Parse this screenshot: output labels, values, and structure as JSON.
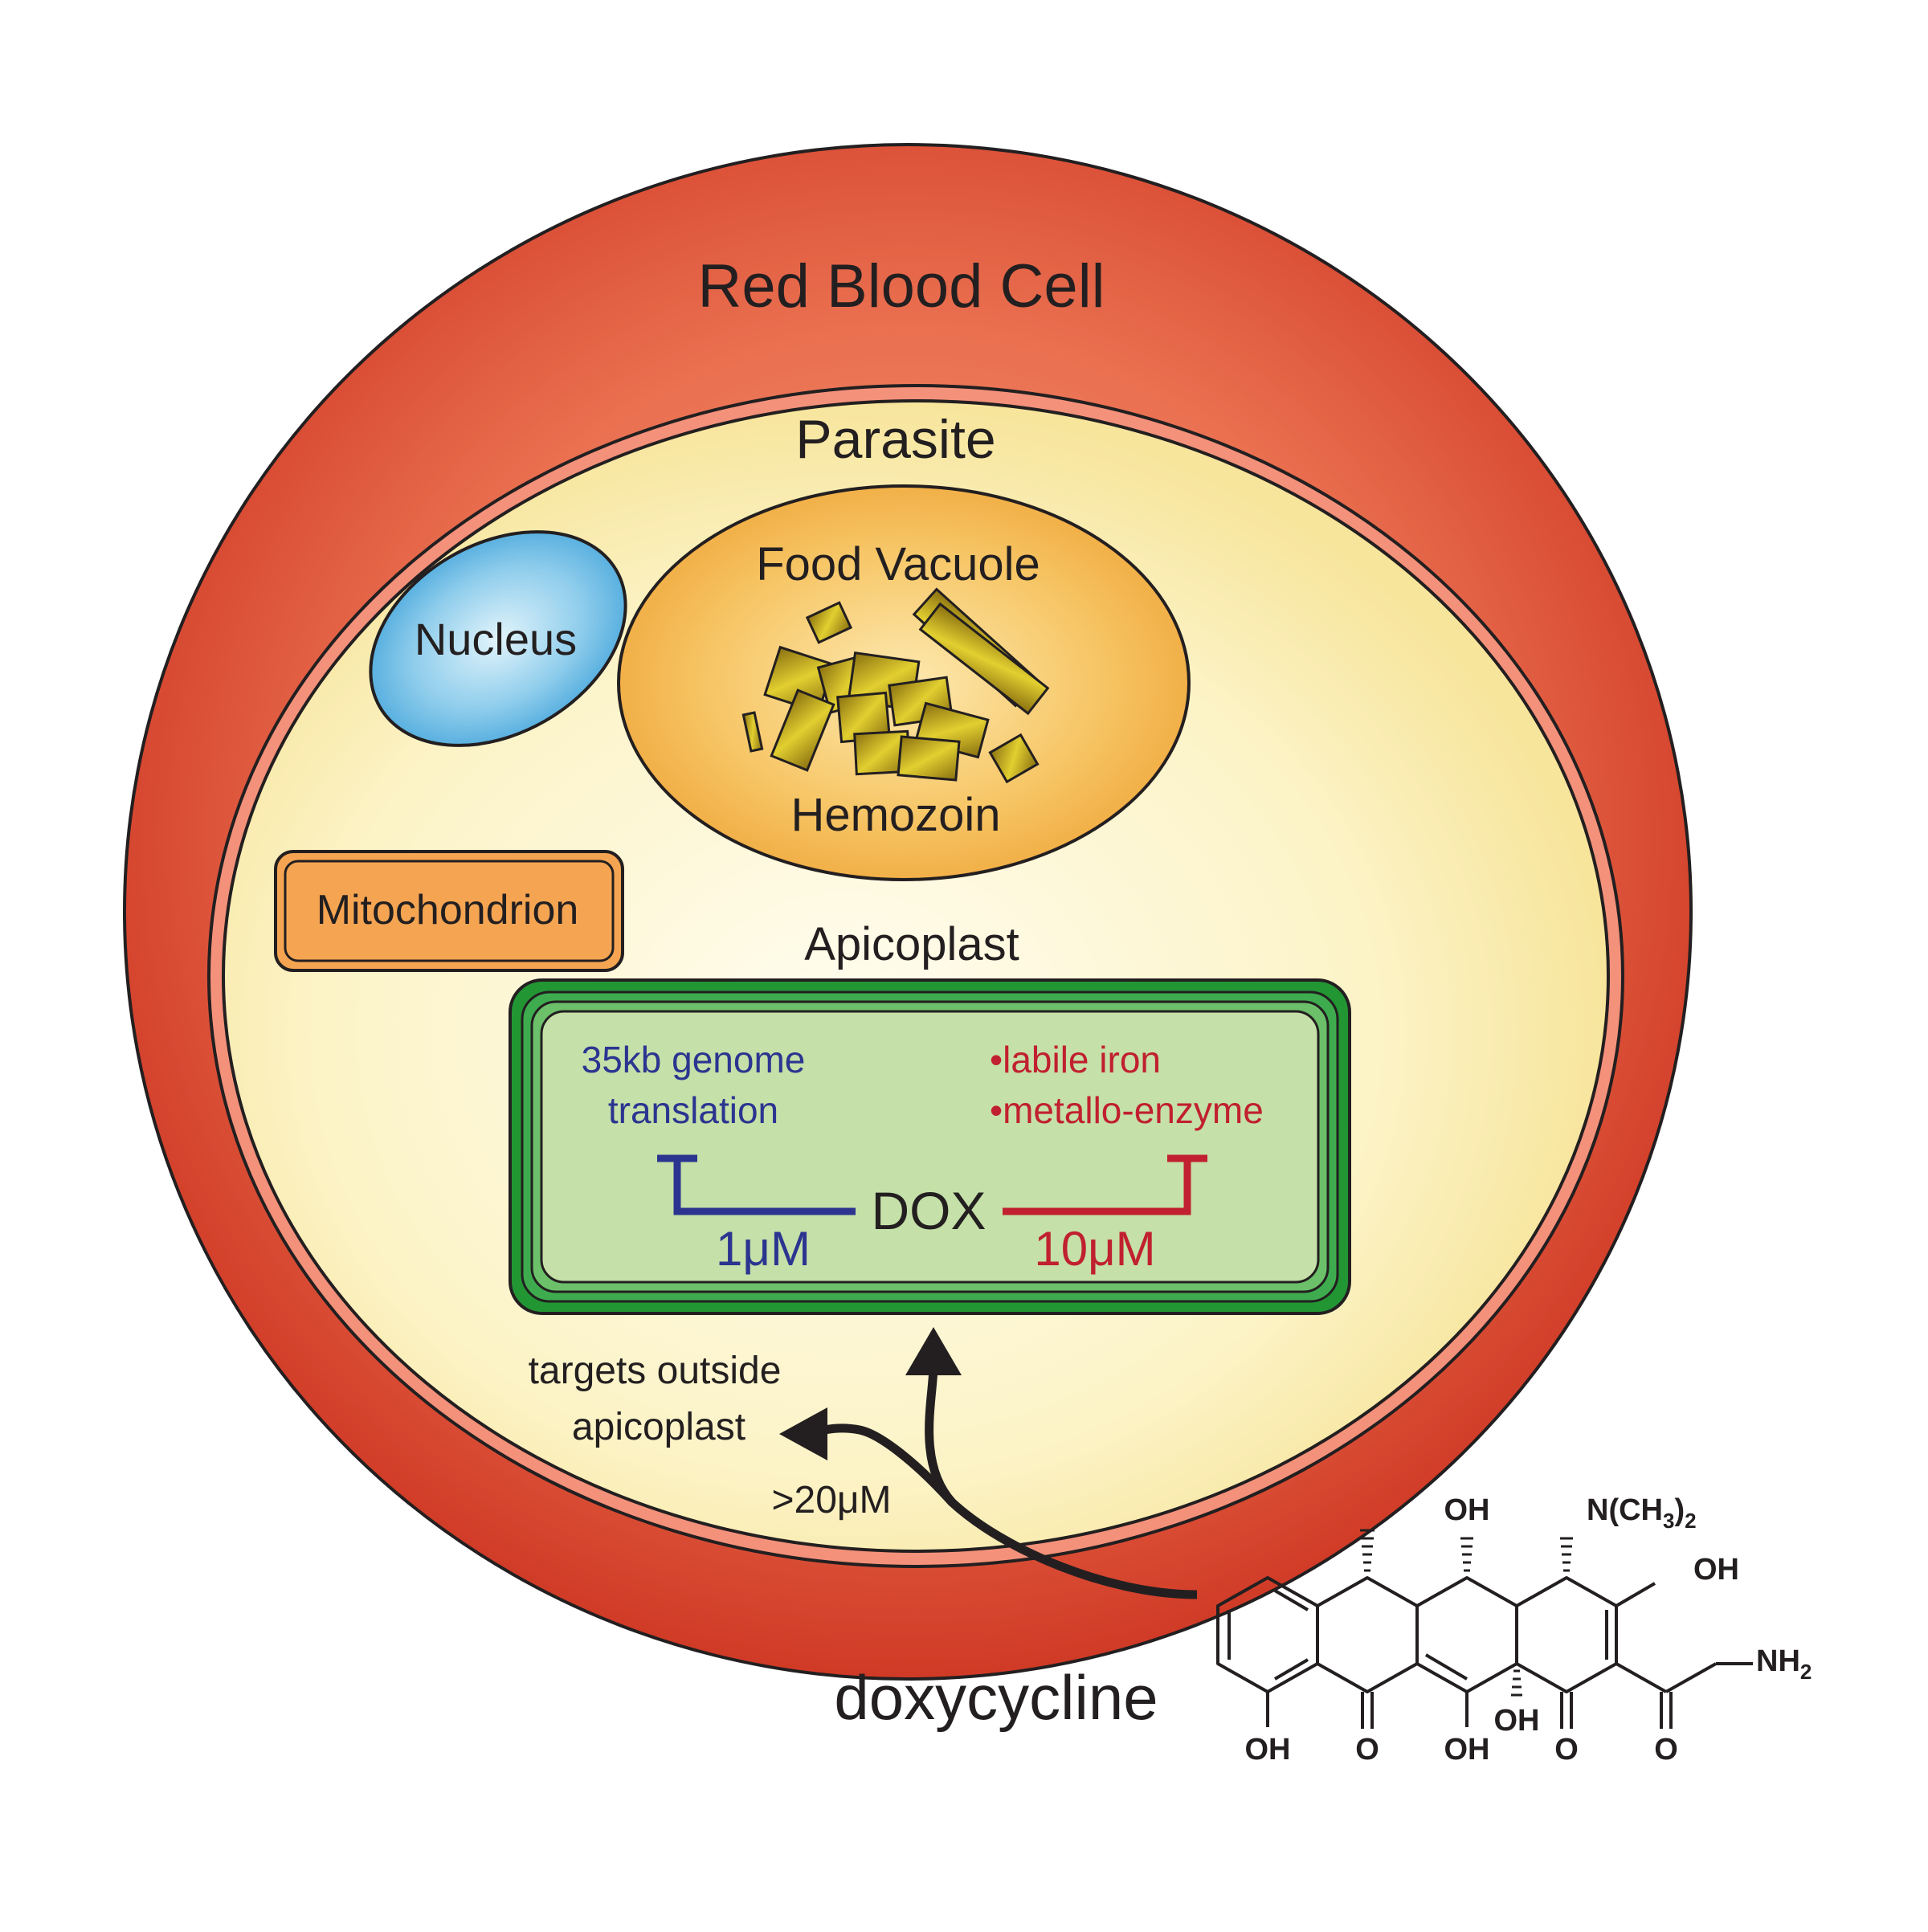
{
  "labels": {
    "red_blood_cell": "Red Blood Cell",
    "parasite": "Parasite",
    "nucleus": "Nucleus",
    "food_vacuole": "Food Vacuole",
    "hemozoin": "Hemozoin",
    "mitochondrion": "Mitochondrion",
    "apicoplast": "Apicoplast"
  },
  "apicoplast_box": {
    "left_target_line1": "35kb genome",
    "left_target_line2": "translation",
    "right_target_line1": "•labile iron",
    "right_target_line2": "•metallo-enzyme",
    "drug": "DOX",
    "left_concentration": "1μM",
    "right_concentration": "10μM"
  },
  "outside": {
    "targets_line1": "targets outside",
    "targets_line2": "apicoplast",
    "concentration": ">20μM"
  },
  "molecule": {
    "name": "doxycycline",
    "oh": "OH",
    "o": "O",
    "nme2_main": "N(CH",
    "nme2_sub3": "3",
    "nme2_close": ")",
    "nme2_sub2": "2",
    "nh2_main": "NH",
    "nh2_sub": "2"
  },
  "colors": {
    "rbc_outer": "#d2402a",
    "rbc_inner": "#ee7a5a",
    "parasite_membrane": "#f0907a",
    "cytoplasm_center": "#fefbe4",
    "cytoplasm_edge": "#f8e9a0",
    "nucleus": "#5eb3e3",
    "food_vacuole": "#f3b648",
    "hemozoin": "#b49a1a",
    "mitochondrion": "#f5a552",
    "apicoplast_outer": "#249a38",
    "apicoplast_inner": "#c5e0a8",
    "blue_inhibit": "#2b3590",
    "red_inhibit": "#c0202f",
    "text": "#231f20"
  }
}
